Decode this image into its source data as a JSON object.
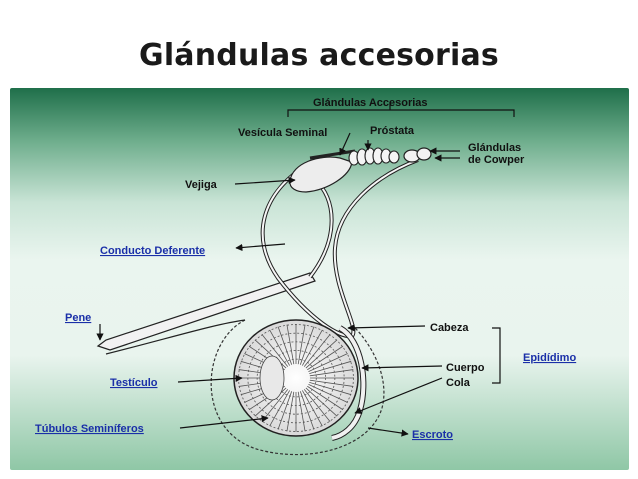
{
  "title": "Glándulas accesorias",
  "labels": {
    "glandulas_accesorias": "Glándulas Accesorias",
    "prostata": "Próstata",
    "vesicula_seminal": "Vesícula Seminal",
    "glandulas_cowper_1": "Glándulas",
    "glandulas_cowper_2": "de Cowper",
    "vejiga": "Vejiga",
    "conducto_deferente": "Conducto Deferente",
    "pene": "Pene",
    "cabeza": "Cabeza",
    "cuerpo": "Cuerpo",
    "cola": "Cola",
    "epididimo": "Epidídimo",
    "testiculo": "Testículo",
    "tubulos_seminiferos": "Túbulos Seminíferos",
    "escroto": "Escroto"
  },
  "colors": {
    "panel_dark": "#1f6f4a",
    "panel_light": "#eaf5ef",
    "label_text": "#111111",
    "link_text": "#1a2fa8"
  }
}
